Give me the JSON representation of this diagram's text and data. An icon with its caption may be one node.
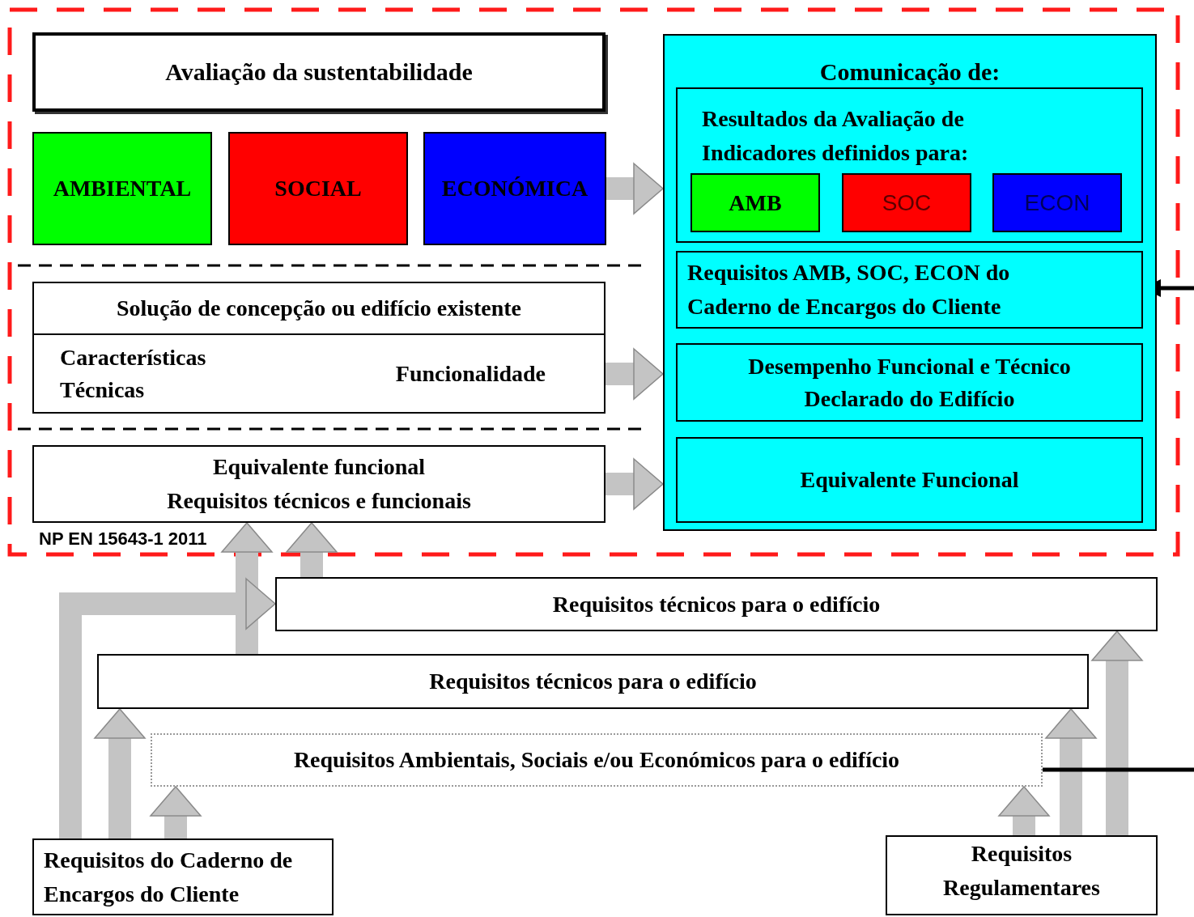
{
  "diagram": {
    "nodes": [
      {
        "text": [
          "Avaliação da sustentabilidade"
        ]
      },
      {
        "text": [
          "AMBIENTAL"
        ]
      },
      {
        "text": [
          "SOCIAL"
        ]
      },
      {
        "text": [
          "ECONÓMICA"
        ]
      },
      {
        "text": [
          "Comunicação de:"
        ]
      },
      {
        "text": [
          "Resultados da Avaliação de Indicadores definidos para:"
        ],
        "in": 4
      },
      {
        "text": [
          "AMB"
        ],
        "in": 5
      },
      {
        "text": [
          "SOC"
        ],
        "in": 5
      },
      {
        "text": [
          "ECON"
        ],
        "in": 5
      },
      {
        "text": [
          "Requisitos AMB, SOC, ECON do Caderno de Encargos do Cliente"
        ],
        "in": 4
      },
      {
        "text": [
          "Desempenho Funcional e Técnico Declarado do Edifício"
        ],
        "in": 4
      },
      {
        "text": [
          "Equivalente Funcional"
        ],
        "in": 4
      },
      {
        "text": [
          "Solução de concepção ou edifício existente",
          "Características Técnicas",
          "Funcionalidade"
        ]
      },
      {
        "text": [
          "Equivalente funcional",
          "Requisitos técnicos e funcionais"
        ]
      },
      {
        "text": [
          "Requisitos técnicos para o edifício"
        ]
      },
      {
        "text": [
          "Requisitos técnicos para o edifício"
        ]
      },
      {
        "text": [
          "Requisitos Ambientais, Sociais e/ou Económicos para o edifício"
        ]
      },
      {
        "text": [
          "Requisitos do Caderno de Encargos do Cliente"
        ]
      },
      {
        "text": [
          "Requisitos Regulamentares"
        ]
      }
    ],
    "edges": [
      {
        "from": 3,
        "to": 4,
        "arrow": "to"
      },
      {
        "from": 12,
        "to": 4,
        "arrow": "to"
      },
      {
        "from": 13,
        "to": 4,
        "arrow": "to"
      },
      {
        "from": 15,
        "to": 13,
        "arrow": "to"
      },
      {
        "from": 14,
        "to": 13,
        "arrow": "to"
      },
      {
        "from": 17,
        "to": 14,
        "arrow": "to"
      },
      {
        "from": 17,
        "to": 15,
        "arrow": "to"
      },
      {
        "from": 17,
        "to": 16,
        "arrow": "to"
      },
      {
        "from": 18,
        "to": 16,
        "arrow": "to"
      },
      {
        "from": 18,
        "to": 15,
        "arrow": "to"
      },
      {
        "from": 18,
        "to": 14,
        "arrow": "to"
      },
      {
        "from": null,
        "to": 9,
        "arrow": "to",
        "color": "#000000"
      },
      {
        "from": null,
        "to": 16,
        "arrow": "none",
        "color": "#000000"
      }
    ],
    "labels": [
      "NP EN 15643-1 2011"
    ]
  }
}
